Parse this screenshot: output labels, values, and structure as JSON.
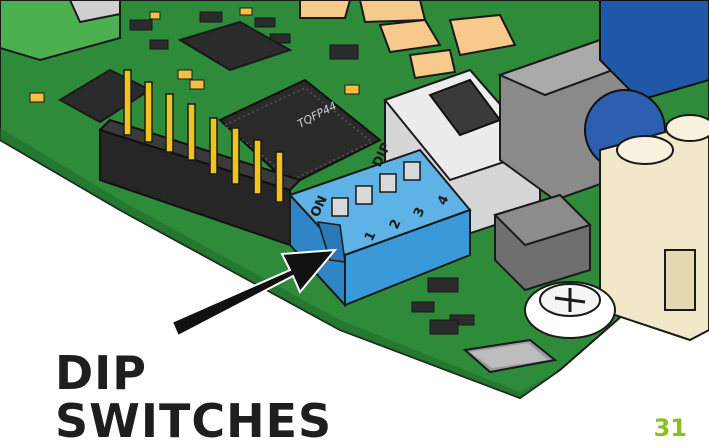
{
  "illustration": {
    "chip_label": "TQFP44",
    "dip_switch": {
      "title": "DIP",
      "on_label": "ON",
      "positions": [
        "1",
        "2",
        "3",
        "4"
      ],
      "switch_states": [
        "on",
        "off",
        "off",
        "off"
      ],
      "body_color": "#3a9ad9"
    },
    "pcb_color": "#2f8f3a",
    "pin_color": "#f0c419"
  },
  "caption": {
    "line1": "DIP",
    "line2": "SWITCHES"
  },
  "page_number": "31",
  "colors": {
    "accent": "#8bbf1f",
    "text": "#1e1e1e"
  }
}
